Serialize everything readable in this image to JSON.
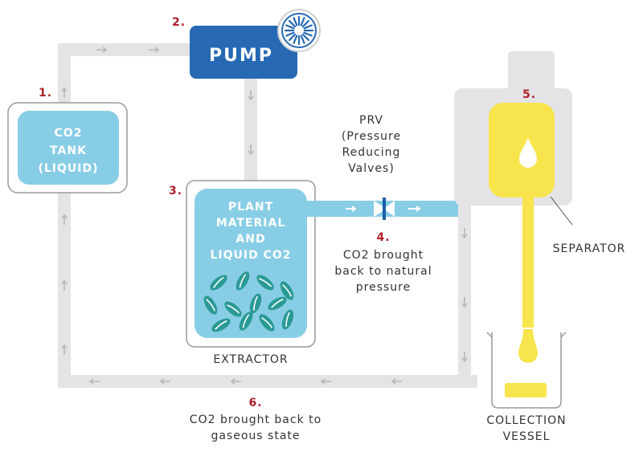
{
  "steps": {
    "tank": {
      "number": "1.",
      "lines": [
        "CO2",
        "TANK",
        "(LIQUID)"
      ]
    },
    "pump": {
      "number": "2.",
      "label": "PUMP"
    },
    "extractor": {
      "number": "3.",
      "lines": [
        "PLANT",
        "MATERIAL",
        "AND",
        "LIQUID CO2"
      ],
      "label": "EXTRACTOR"
    },
    "prv": {
      "lines": [
        "PRV",
        "(Pressure",
        "Reducing",
        "Valves)"
      ],
      "number": "4.",
      "caption": [
        "CO2 brought",
        "back to natural",
        "pressure"
      ]
    },
    "separator": {
      "number": "5.",
      "label": "SEPARATOR"
    },
    "return": {
      "number": "6.",
      "caption": [
        "CO2 brought back to",
        "gaseous state"
      ]
    },
    "collection": {
      "lines": [
        "COLLECTION",
        "VESSEL"
      ]
    }
  },
  "colors": {
    "pipe": "#e4e4e6",
    "pump": "#2769b3",
    "liquid": "#88cde6",
    "oil": "#f8e44c",
    "leaf": "#2a9a94",
    "step_number": "#b0202a"
  }
}
